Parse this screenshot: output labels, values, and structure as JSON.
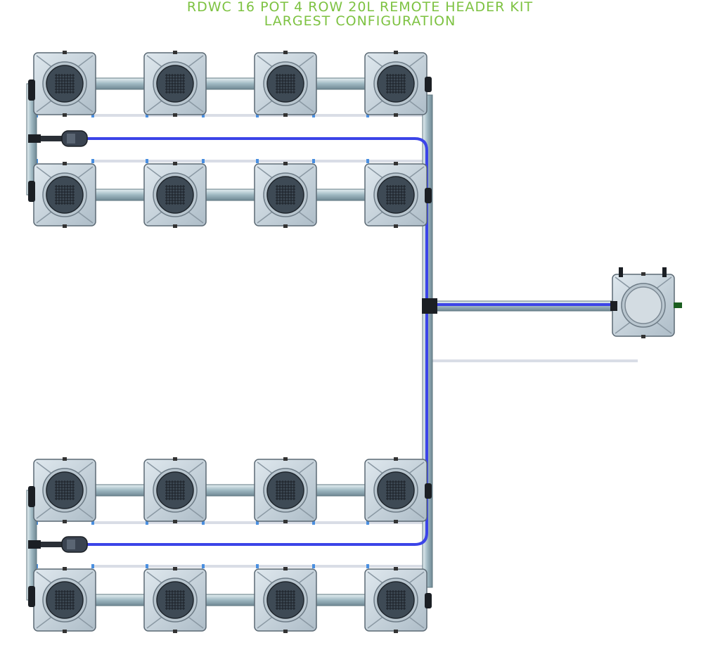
{
  "title": {
    "line1": "RDWC 16 POT 4 ROW 20L REMOTE HEADER KIT",
    "line2": "LARGEST CONFIGURATION"
  },
  "colors": {
    "title": "#7dc241",
    "pot_body": "#c9d6e0",
    "pot_edge": "#5c6a75",
    "basket": "#3e4a55",
    "pipe": "#a9c2cc",
    "hose": "#3b44e8",
    "frame": "#d9dde6",
    "connector": "#1b1f24"
  },
  "diagram": {
    "pot_rows": 4,
    "pots_per_row": 4,
    "total_pots": 16,
    "header_tanks": 1
  }
}
